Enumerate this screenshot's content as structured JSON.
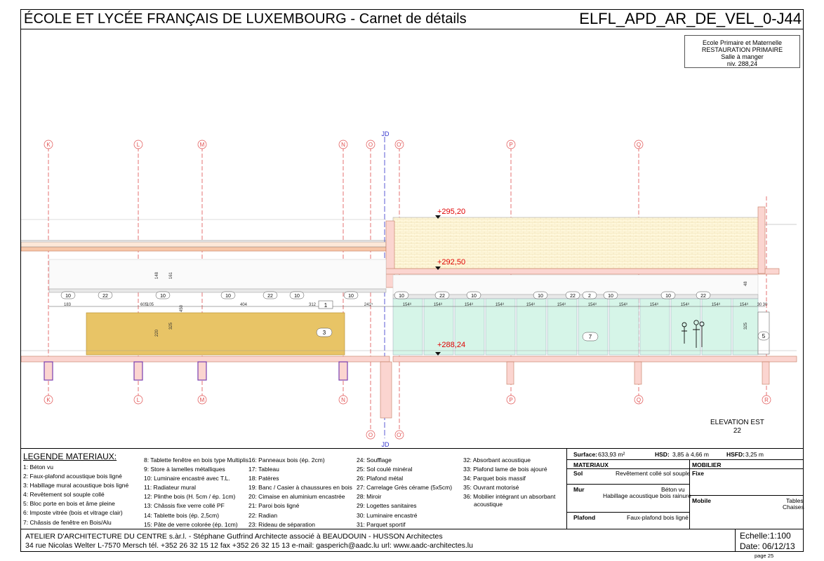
{
  "header": {
    "title": "ÉCOLE ET LYCÉE FRANÇAIS DE LUXEMBOURG - Carnet de détails",
    "code": "ELFL_APD_AR_DE_VEL_0-J44"
  },
  "info_box": {
    "line1": "Ecole Primaire et Maternelle",
    "line2": "RESTAURATION PRIMAIRE",
    "line3": "Salle à manger",
    "line4": "niv. 288,24"
  },
  "drawing": {
    "grid_top": [
      "K",
      "L",
      "M",
      "N",
      "O",
      "O'",
      "P",
      "Q"
    ],
    "grid_bottom": [
      "K",
      "L",
      "M",
      "N",
      "O",
      "O'",
      "P",
      "Q",
      "R"
    ],
    "jd_label": "JD",
    "levels": [
      "+295,20",
      "+292,50",
      "+288,24"
    ],
    "tags_left": [
      "10",
      "22",
      "10",
      "10",
      "22",
      "10",
      "10"
    ],
    "tags_right": [
      "10",
      "22",
      "10",
      "10",
      "22",
      "2",
      "10",
      "10",
      "22"
    ],
    "dims_left": [
      "183",
      "605",
      "105",
      "404",
      "312",
      "241⁵"
    ],
    "dims_right": [
      "154⁸",
      "154⁸",
      "154⁸",
      "154⁸",
      "154⁸",
      "154⁸",
      "154⁸",
      "154⁸",
      "154⁸",
      "154⁸",
      "154⁸",
      "154⁸",
      "30",
      "30"
    ],
    "vdims": [
      "148",
      "161",
      "220",
      "325",
      "450",
      "325",
      "48"
    ],
    "panel_tags": [
      "1",
      "3",
      "7",
      "5"
    ],
    "title": "ELEVATION EST",
    "number": "22"
  },
  "legend": {
    "title": "LEGENDE MATERIAUX:",
    "col1": [
      "1:  Béton vu",
      "2: Faux-plafond acoustique bois ligné",
      "3: Habillage mural acoustique bois ligné",
      "4: Revêtement sol souple collé",
      "5: Bloc porte en bois et âme pleine",
      "6: Imposte vitrée (bois et vitrage clair)",
      "7: Châssis de fenêtre en Bois/Alu"
    ],
    "col2": [
      "8: Tablette fenêtre en bois type Multiplis",
      "9: Store à lamelles métalliques",
      "10: Luminaire encastré avec T.L.",
      "11: Radiateur mural",
      "12: Plinthe bois  (H. 5cm / ép. 1cm)",
      "13: Châssis fixe verre collé PF",
      "14: Tablette bois (ép. 2,5cm)",
      "15: Pâte de verre colorée (ép. 1cm)"
    ],
    "col3": [
      "16: Panneaux bois (ép. 2cm)",
      "17: Tableau",
      "18: Patères",
      "19: Banc / Casier à chaussures en bois",
      "20: Cimaise en aluminium encastrée",
      "21: Paroi bois ligné",
      "22: Radian",
      "23: Rideau de séparation"
    ],
    "col4": [
      "24: Soufflage",
      "25: Sol coulé minéral",
      "26: Plafond métal",
      "27: Carrelage Grès cérame (5x5cm)",
      "28: Miroir",
      "29: Logettes sanitaires",
      "30: Luminaire encastré",
      "31: Parquet sportif"
    ],
    "col5": [
      "32: Absorbant acoustique",
      "33: Plafond lame de bois ajouré",
      "34: Parquet bois massif",
      "35: Ouvrant motorisé",
      "36: Mobilier intégrant un absorbant",
      "acoustique"
    ]
  },
  "specs": {
    "surface_label": "Surface:",
    "surface_value": "633,93 m²",
    "hsd_label": "HSD:",
    "hsd_value": "3,85 à 4,66 m",
    "hsfd_label": "HSFD:",
    "hsfd_value": "3,25 m",
    "materiaux": "MATERIAUX",
    "mobilier": "MOBILIER",
    "sol_label": "Sol",
    "sol_value": "Revêtement collé sol souple",
    "fixe_label": "Fixe",
    "mur_label": "Mur",
    "mur_value1": "Béton vu",
    "mur_value2": "Habillage acoustique bois rainuré",
    "mobile_label": "Mobile",
    "mobile_value1": "Tables",
    "mobile_value2": "Chaises",
    "plafond_label": "Plafond",
    "plafond_value": "Faux-plafond bois ligné"
  },
  "footer": {
    "line1": "ATELIER D'ARCHITECTURE DU CENTRE s.àr.l. - Stéphane Gutfrind Architecte associé à BEAUDOUIN - HUSSON Architectes",
    "line2": "34 rue Nicolas Welter   L-7570 Mersch   tél. +352 26 32 15 12   fax +352 26 32 15 13   e-mail: gasperich@aadc.lu   url: www.aadc-architectes.lu",
    "scale": "Echelle:1:100",
    "date": "Date: 06/12/13",
    "page": "page 25"
  }
}
